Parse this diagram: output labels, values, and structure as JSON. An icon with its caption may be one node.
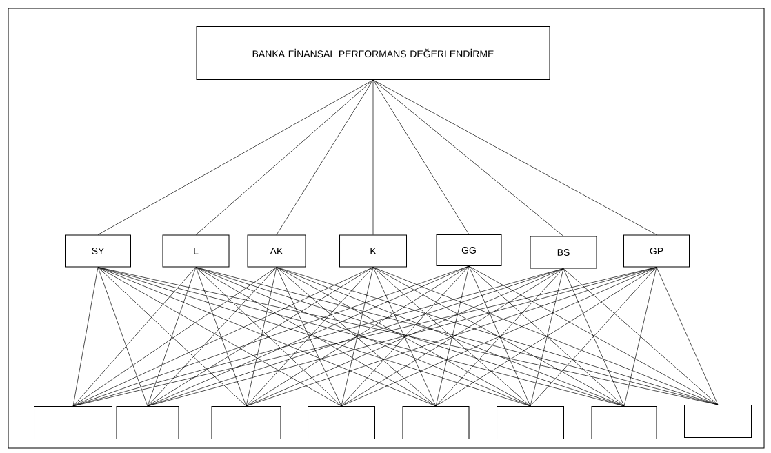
{
  "diagram": {
    "nodes": [
      {
        "text": [
          "BANKA FİNANSAL PERFORMANS DEĞERLENDİRME"
        ]
      },
      {
        "text": [
          "SY"
        ]
      },
      {
        "text": [
          "L"
        ]
      },
      {
        "text": [
          "AK"
        ]
      },
      {
        "text": [
          "K"
        ]
      },
      {
        "text": [
          "GG"
        ]
      },
      {
        "text": [
          "BS"
        ]
      },
      {
        "text": [
          "GP"
        ]
      },
      {
        "text": [],
        "shape": "box"
      },
      {
        "text": [],
        "shape": "box"
      },
      {
        "text": [],
        "shape": "box"
      },
      {
        "text": [],
        "shape": "box"
      },
      {
        "text": [],
        "shape": "box"
      },
      {
        "text": [],
        "shape": "box"
      },
      {
        "text": [],
        "shape": "box"
      },
      {
        "text": [],
        "shape": "box"
      }
    ],
    "edges": [
      {
        "from": 0,
        "to": 1,
        "arrow": "none"
      },
      {
        "from": 0,
        "to": 2,
        "arrow": "none"
      },
      {
        "from": 0,
        "to": 3,
        "arrow": "none"
      },
      {
        "from": 0,
        "to": 4,
        "arrow": "none"
      },
      {
        "from": 0,
        "to": 5,
        "arrow": "none"
      },
      {
        "from": 0,
        "to": 6,
        "arrow": "none"
      },
      {
        "from": 0,
        "to": 7,
        "arrow": "none"
      },
      {
        "from": 1,
        "to": 8,
        "arrow": "none"
      },
      {
        "from": 1,
        "to": 9,
        "arrow": "none"
      },
      {
        "from": 1,
        "to": 10,
        "arrow": "none"
      },
      {
        "from": 1,
        "to": 11,
        "arrow": "none"
      },
      {
        "from": 1,
        "to": 12,
        "arrow": "none"
      },
      {
        "from": 1,
        "to": 13,
        "arrow": "none"
      },
      {
        "from": 1,
        "to": 14,
        "arrow": "none"
      },
      {
        "from": 1,
        "to": 15,
        "arrow": "none"
      },
      {
        "from": 2,
        "to": 8,
        "arrow": "none"
      },
      {
        "from": 2,
        "to": 9,
        "arrow": "none"
      },
      {
        "from": 2,
        "to": 10,
        "arrow": "none"
      },
      {
        "from": 2,
        "to": 11,
        "arrow": "none"
      },
      {
        "from": 2,
        "to": 12,
        "arrow": "none"
      },
      {
        "from": 2,
        "to": 13,
        "arrow": "none"
      },
      {
        "from": 2,
        "to": 14,
        "arrow": "none"
      },
      {
        "from": 2,
        "to": 15,
        "arrow": "none"
      },
      {
        "from": 3,
        "to": 8,
        "arrow": "none"
      },
      {
        "from": 3,
        "to": 9,
        "arrow": "none"
      },
      {
        "from": 3,
        "to": 10,
        "arrow": "none"
      },
      {
        "from": 3,
        "to": 11,
        "arrow": "none"
      },
      {
        "from": 3,
        "to": 12,
        "arrow": "none"
      },
      {
        "from": 3,
        "to": 13,
        "arrow": "none"
      },
      {
        "from": 3,
        "to": 14,
        "arrow": "none"
      },
      {
        "from": 3,
        "to": 15,
        "arrow": "none"
      },
      {
        "from": 4,
        "to": 8,
        "arrow": "none"
      },
      {
        "from": 4,
        "to": 9,
        "arrow": "none"
      },
      {
        "from": 4,
        "to": 10,
        "arrow": "none"
      },
      {
        "from": 4,
        "to": 11,
        "arrow": "none"
      },
      {
        "from": 4,
        "to": 12,
        "arrow": "none"
      },
      {
        "from": 4,
        "to": 13,
        "arrow": "none"
      },
      {
        "from": 4,
        "to": 14,
        "arrow": "none"
      },
      {
        "from": 4,
        "to": 15,
        "arrow": "none"
      },
      {
        "from": 5,
        "to": 8,
        "arrow": "none"
      },
      {
        "from": 5,
        "to": 9,
        "arrow": "none"
      },
      {
        "from": 5,
        "to": 10,
        "arrow": "none"
      },
      {
        "from": 5,
        "to": 11,
        "arrow": "none"
      },
      {
        "from": 5,
        "to": 12,
        "arrow": "none"
      },
      {
        "from": 5,
        "to": 13,
        "arrow": "none"
      },
      {
        "from": 5,
        "to": 14,
        "arrow": "none"
      },
      {
        "from": 5,
        "to": 15,
        "arrow": "none"
      },
      {
        "from": 6,
        "to": 8,
        "arrow": "none"
      },
      {
        "from": 6,
        "to": 9,
        "arrow": "none"
      },
      {
        "from": 6,
        "to": 10,
        "arrow": "none"
      },
      {
        "from": 6,
        "to": 11,
        "arrow": "none"
      },
      {
        "from": 6,
        "to": 12,
        "arrow": "none"
      },
      {
        "from": 6,
        "to": 13,
        "arrow": "none"
      },
      {
        "from": 6,
        "to": 14,
        "arrow": "none"
      },
      {
        "from": 6,
        "to": 15,
        "arrow": "none"
      },
      {
        "from": 7,
        "to": 8,
        "arrow": "none"
      },
      {
        "from": 7,
        "to": 9,
        "arrow": "none"
      },
      {
        "from": 7,
        "to": 10,
        "arrow": "none"
      },
      {
        "from": 7,
        "to": 11,
        "arrow": "none"
      },
      {
        "from": 7,
        "to": 12,
        "arrow": "none"
      },
      {
        "from": 7,
        "to": 13,
        "arrow": "none"
      },
      {
        "from": 7,
        "to": 14,
        "arrow": "none"
      },
      {
        "from": 7,
        "to": 15,
        "arrow": "none"
      }
    ]
  }
}
